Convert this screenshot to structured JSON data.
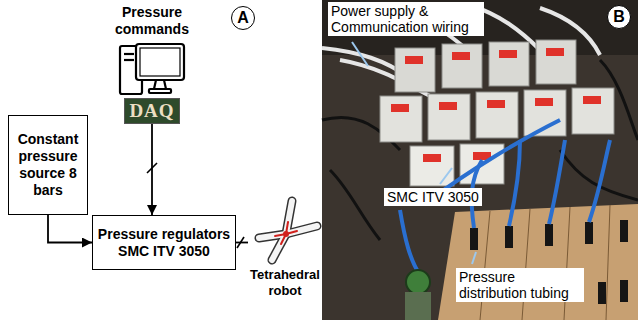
{
  "diagram": {
    "nodes": [
      {
        "text": [
          "Pressure commands",
          "DAQ"
        ]
      },
      {
        "text": [
          "Constant pressure source 8 bars"
        ]
      },
      {
        "text": [
          "Pressure regulators SMC ITV 3050"
        ]
      },
      {
        "text": [
          "Tetrahedral robot"
        ]
      }
    ],
    "edges": [
      {
        "from": 1,
        "to": 2,
        "arrow": "to"
      },
      {
        "from": 0,
        "to": 2,
        "arrow": "to"
      },
      {
        "from": 2,
        "to": 3,
        "arrow": "none"
      }
    ],
    "labels": [
      "A",
      "B",
      "Power supply & Communication wiring",
      "SMC ITV 3050",
      "Pressure distribution tubing"
    ]
  }
}
